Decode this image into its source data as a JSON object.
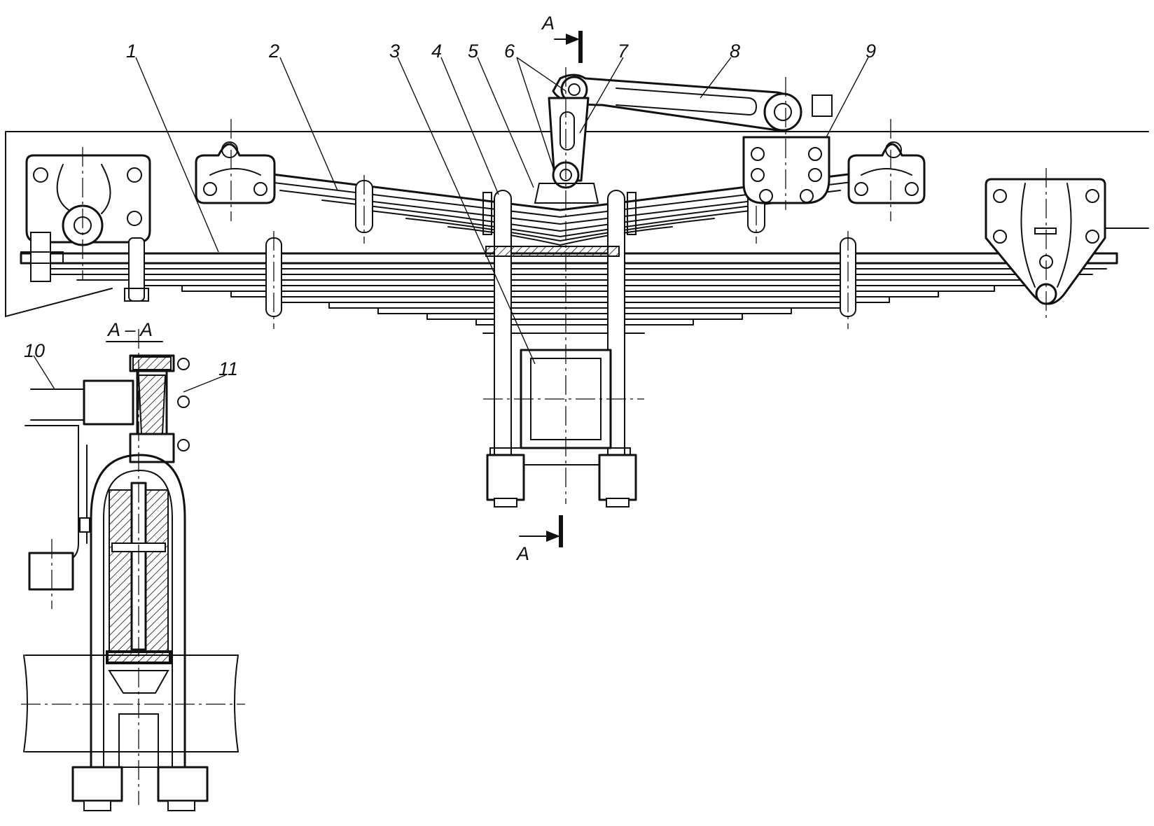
{
  "callouts": [
    "1",
    "2",
    "3",
    "4",
    "5",
    "6",
    "7",
    "8",
    "9",
    "10",
    "11"
  ],
  "section": {
    "marker_top": "A",
    "marker_bottom": "A",
    "view_title": "A – A"
  }
}
